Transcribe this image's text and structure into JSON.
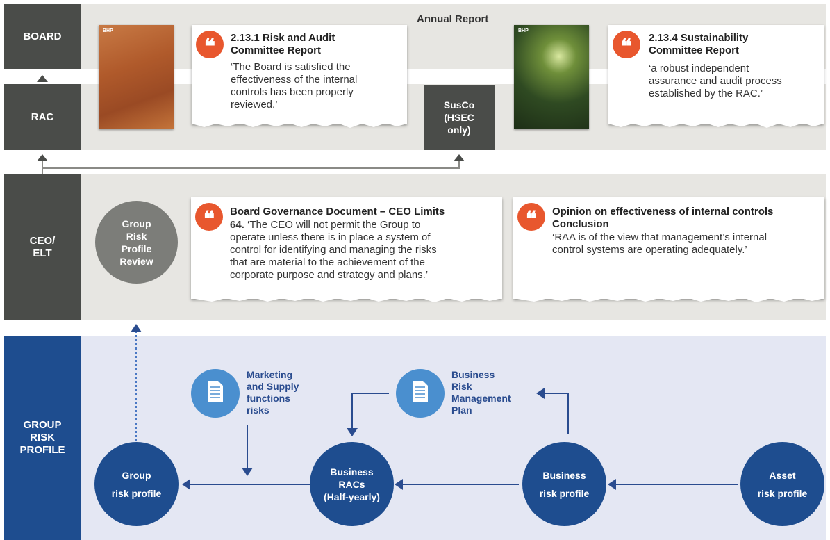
{
  "side_labels": {
    "board": "BOARD",
    "rac": "RAC",
    "ceo": "CEO/\nELT",
    "group": "GROUP\nRISK\nPROFILE"
  },
  "annual_report_label": "Annual Report",
  "susco_box": "SusCo\n(HSEC\nonly)",
  "quotes": {
    "rac_report": {
      "title": "2.13.1 Risk and Audit\nCommittee Report",
      "body": "‘The Board is satisfied the\neffectiveness of the internal\ncontrols has been properly\nreviewed.’"
    },
    "sustainability_report": {
      "title": "2.13.4 Sustainability\nCommittee Report",
      "body": "‘a robust independent\nassurance and audit process\nestablished by the RAC.’"
    },
    "governance": {
      "title": "Board Governance Document – CEO Limits",
      "body_bold": "64.",
      "body": " ‘The CEO will not permit the Group to\noperate unless there is in place a system of\ncontrol for identifying and managing the risks\nthat are material to the achievement of the\ncorporate purpose and strategy and plans.’"
    },
    "opinion": {
      "title": "Opinion on effectiveness of internal controls\nConclusion",
      "body": "‘RAA is of the view that management’s internal\ncontrol systems are operating adequately.’"
    }
  },
  "review_circle": "Group\nRisk\nProfile\nReview",
  "doc_labels": {
    "marketing": "Marketing\nand Supply\nfunctions\nrisks",
    "plan": "Business\nRisk\nManagement\nPlan"
  },
  "circles": {
    "group": {
      "top": "Group",
      "bottom": "risk profile"
    },
    "business_racs": {
      "text": "Business\nRACs\n(Half-yearly)"
    },
    "business": {
      "top": "Business",
      "bottom": "risk profile"
    },
    "asset": {
      "top": "Asset",
      "bottom": "risk profile"
    }
  },
  "colors": {
    "dark_gray": "#4a4c49",
    "light_gray": "#e7e6e2",
    "light_blue": "#e4e7f3",
    "navy": "#1e4d8f",
    "accent_orange": "#e8572e",
    "doc_blue": "#4a8fcf"
  },
  "icons": [
    "quote-icon",
    "document-icon",
    "arrow-icon",
    "book-cover-image"
  ]
}
